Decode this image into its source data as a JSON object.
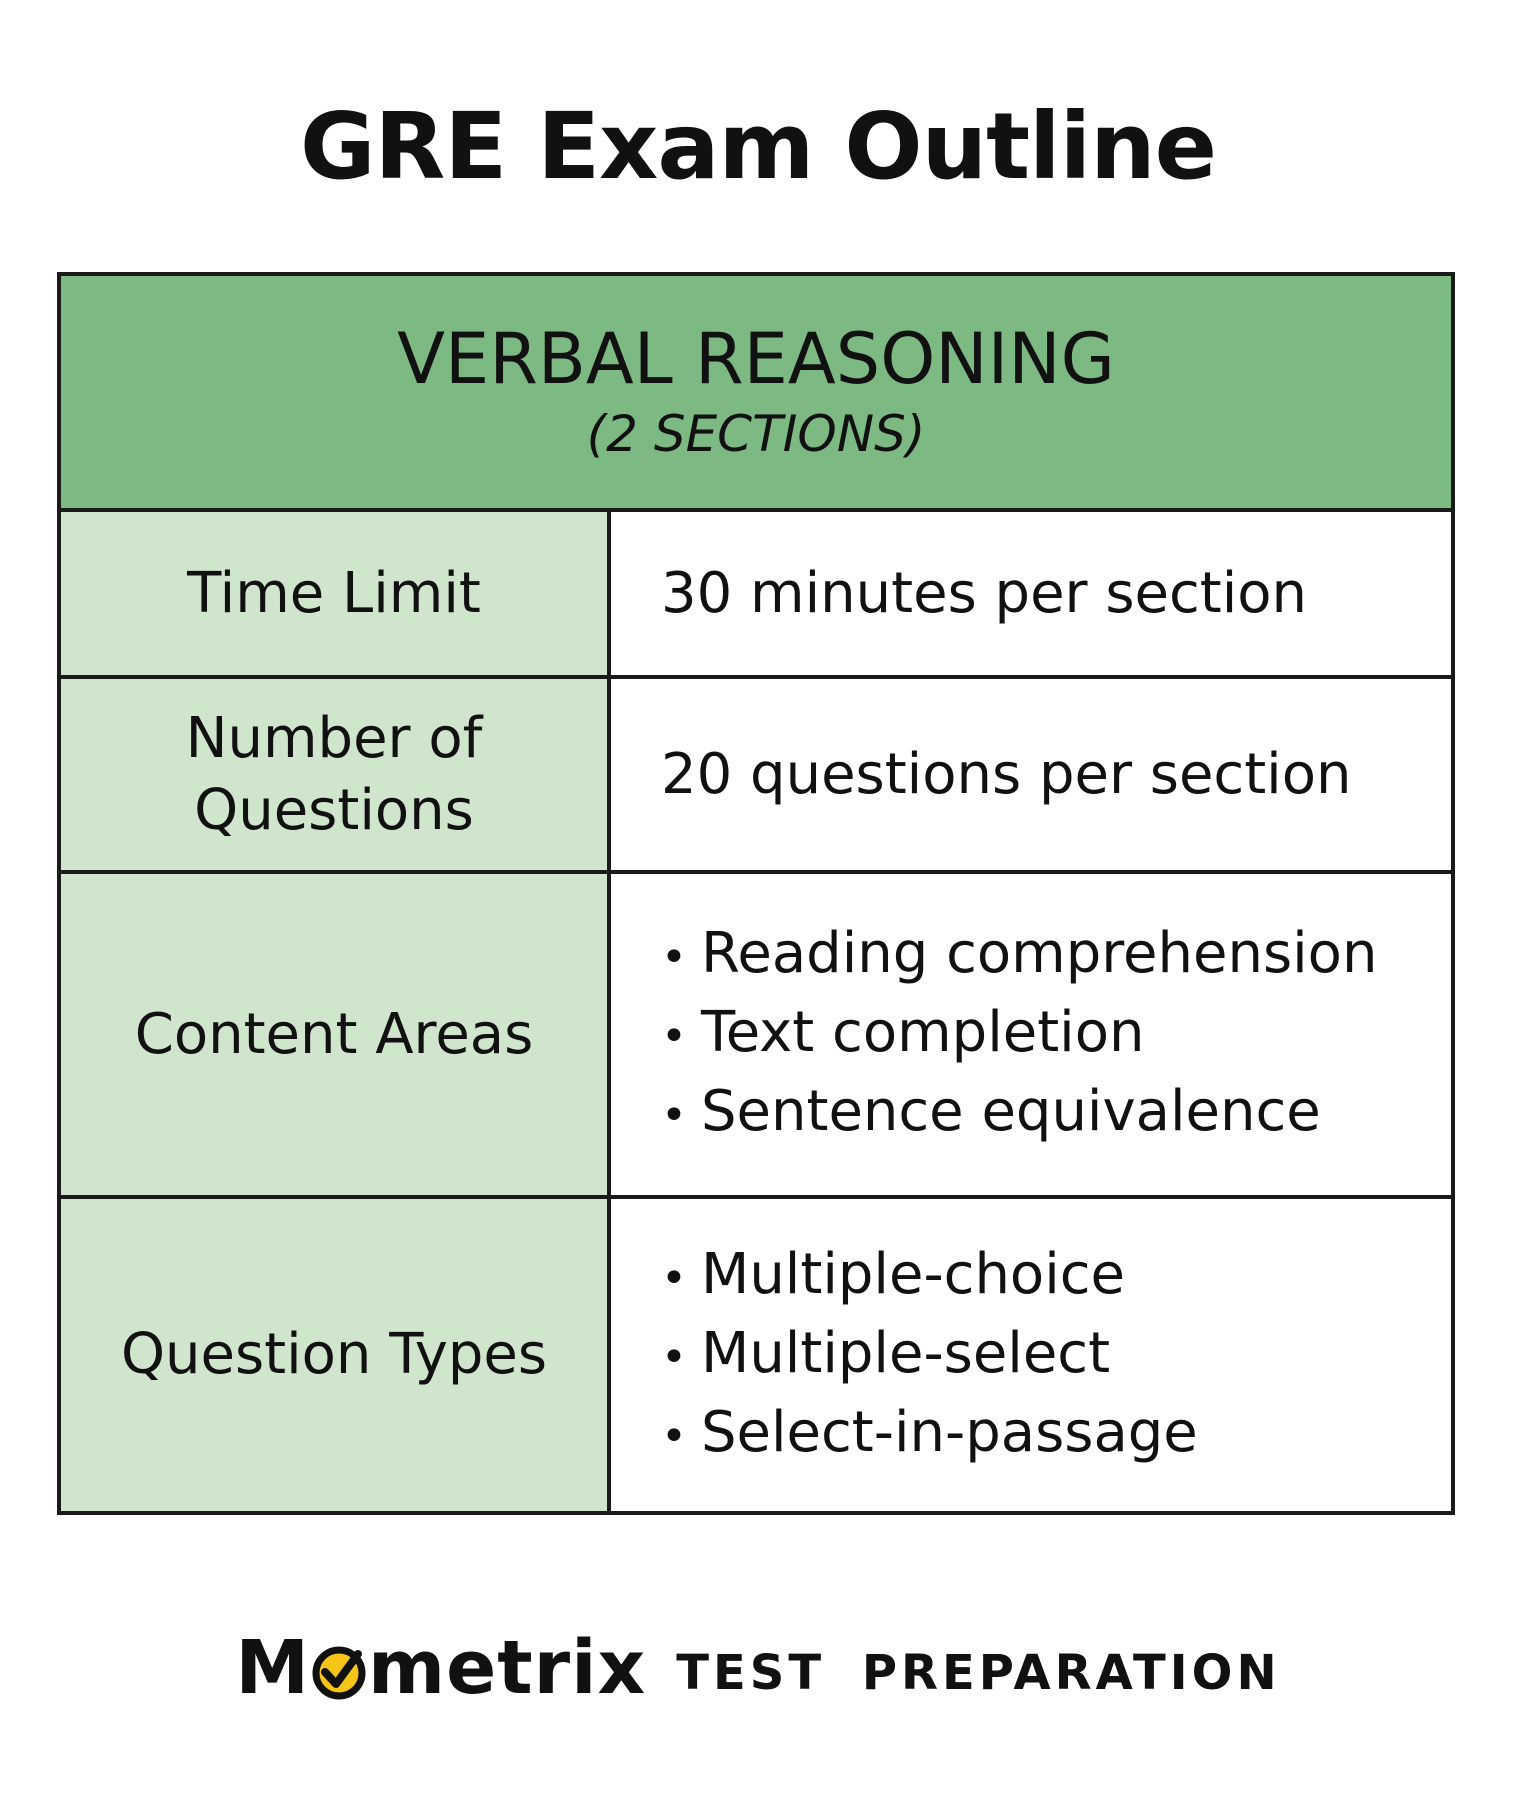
{
  "title": "GRE Exam Outline",
  "section": {
    "title": "VERBAL REASONING",
    "subtitle": "(2 SECTIONS)",
    "header_color": "#7db983",
    "label_color": "#cfe6cc"
  },
  "rows": [
    {
      "label": "Time Limit",
      "value": "30 minutes per section"
    },
    {
      "label_line1": "Number of",
      "label_line2": "Questions",
      "value": "20 questions per section"
    },
    {
      "label": "Content Areas",
      "items": [
        "Reading comprehension",
        "Text completion",
        "Sentence equivalence"
      ]
    },
    {
      "label": "Question Types",
      "items": [
        "Multiple-choice",
        "Multiple-select",
        "Select-in-passage"
      ]
    }
  ],
  "footer": {
    "brand_prefix": "M",
    "brand_suffix": "metrix",
    "tagline": "TEST PREPARATION",
    "logo_icon": "checkmark-circle-icon",
    "logo_accent_color": "#f5c518"
  }
}
